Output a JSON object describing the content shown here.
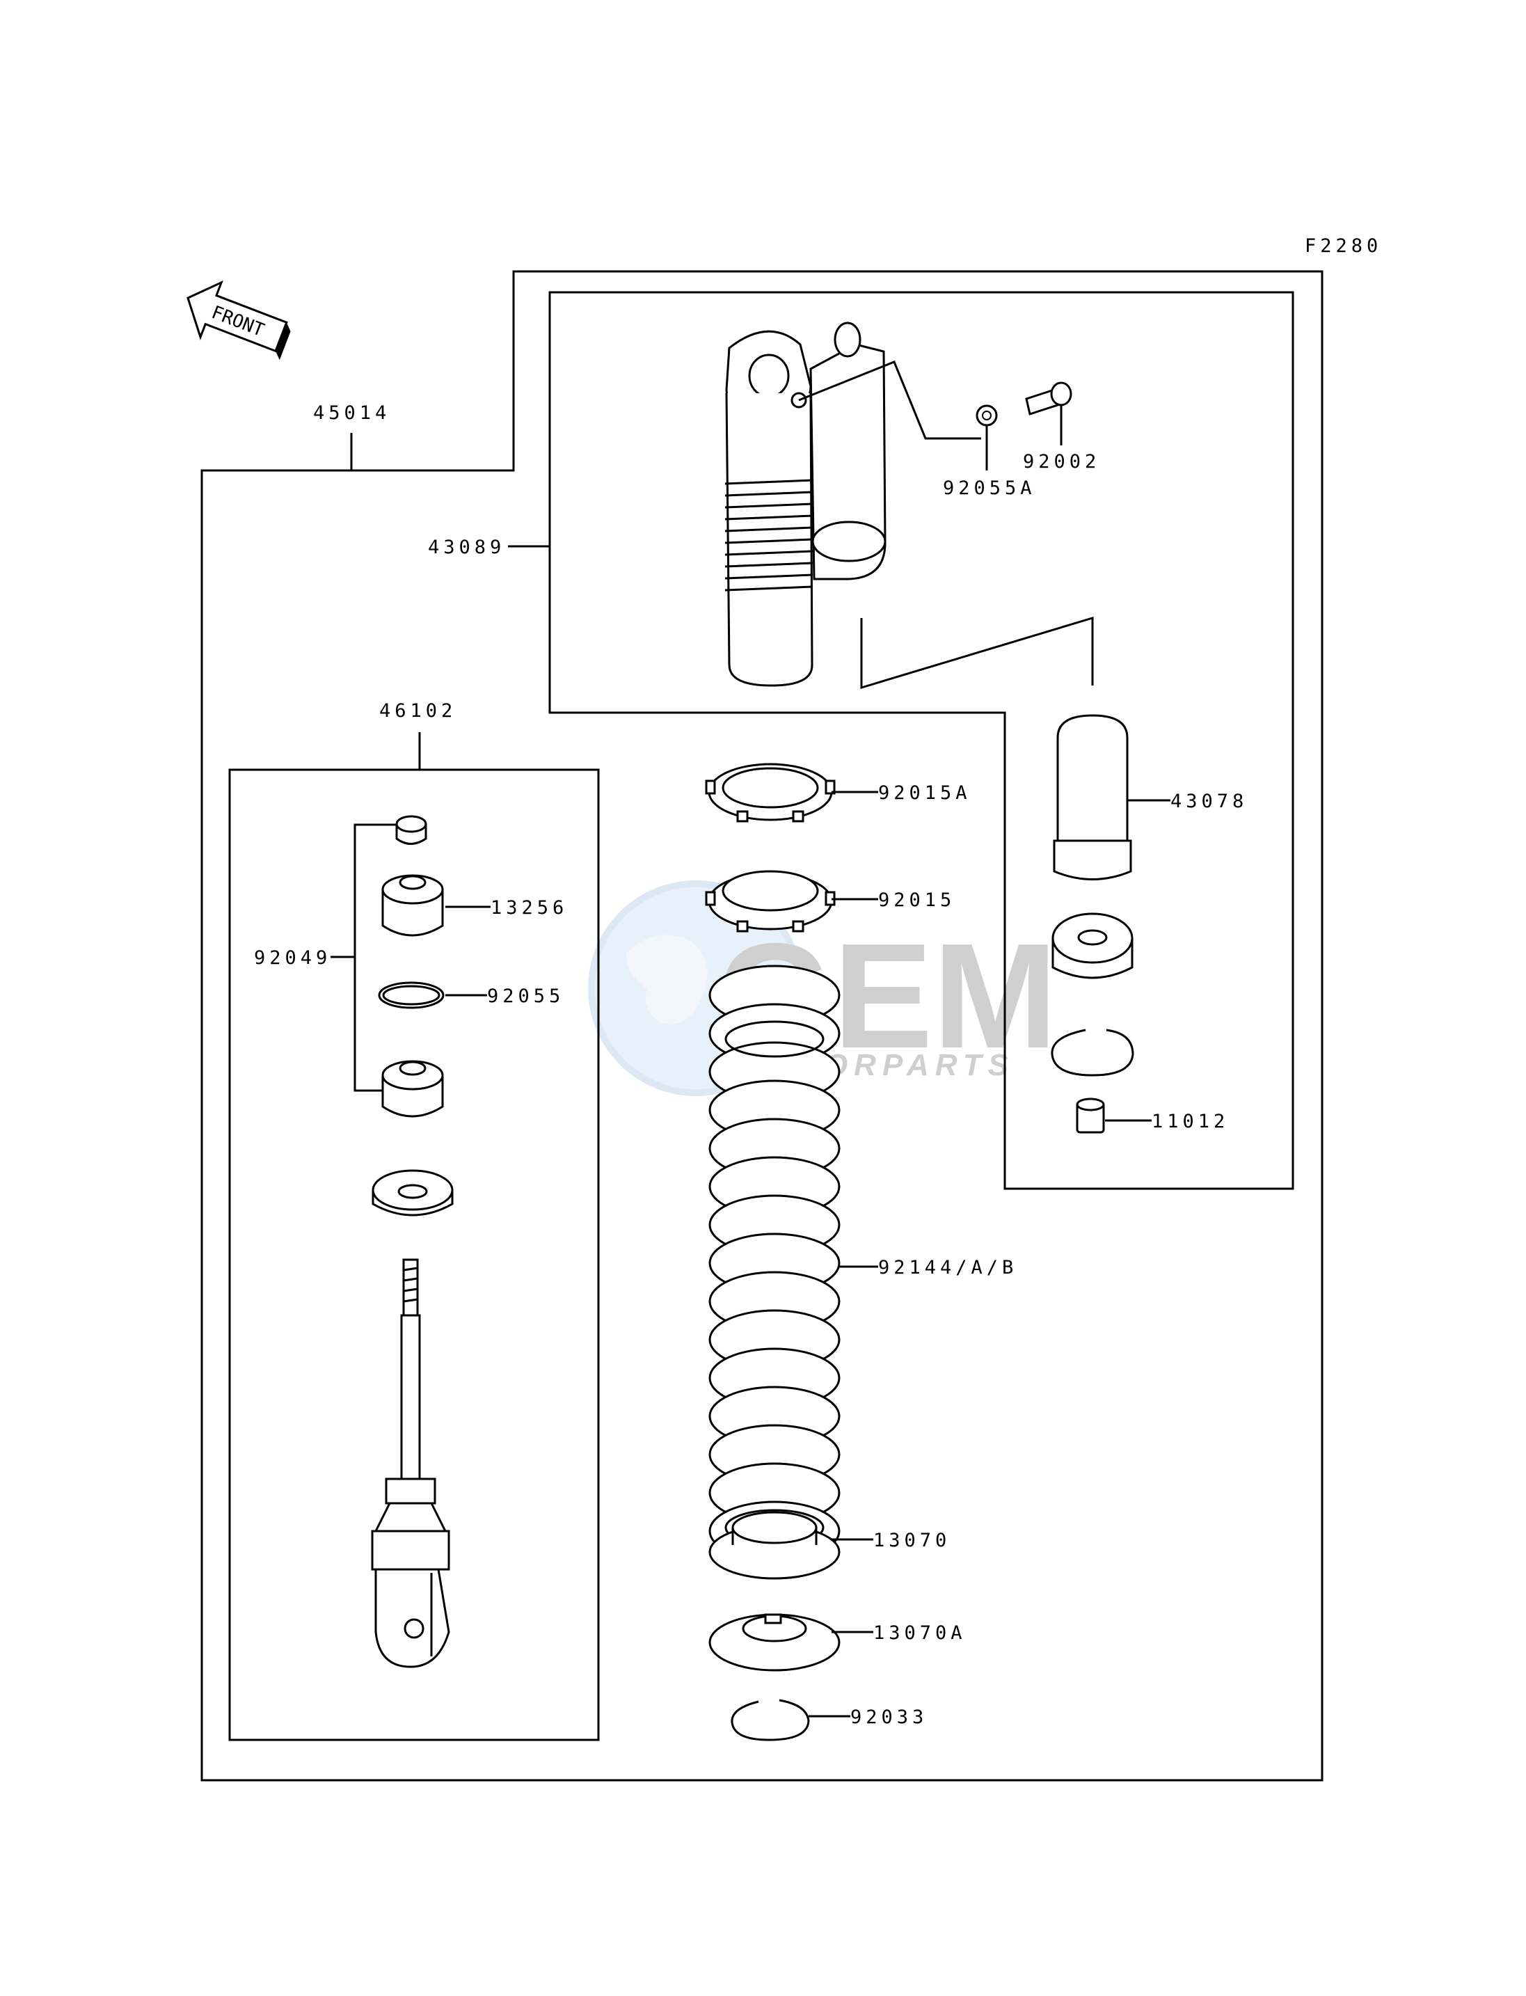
{
  "diagram_code": "F2280",
  "front_label": "FRONT",
  "watermark": {
    "brand": "GEM",
    "sub": "MOTORPARTS"
  },
  "colors": {
    "line": "#000000",
    "background": "#ffffff",
    "watermark_blue": "#cfe2f3",
    "watermark_gray": "#a8a8a8"
  },
  "parts": {
    "shock_assembly": "45014",
    "body_assembly": "43089",
    "nut": "92055A",
    "bolt": "92002",
    "bladder": "43078",
    "needle_bearing": "11012",
    "rod_assembly": "46102",
    "bushing": "13256",
    "seal_set": "92049",
    "o_ring": "92055",
    "lock_nut": "92015A",
    "adjuster_nut": "92015",
    "spring": "92144/A/B",
    "spring_guide": "13070",
    "spring_guide_a": "13070A",
    "circlip": "92033"
  }
}
